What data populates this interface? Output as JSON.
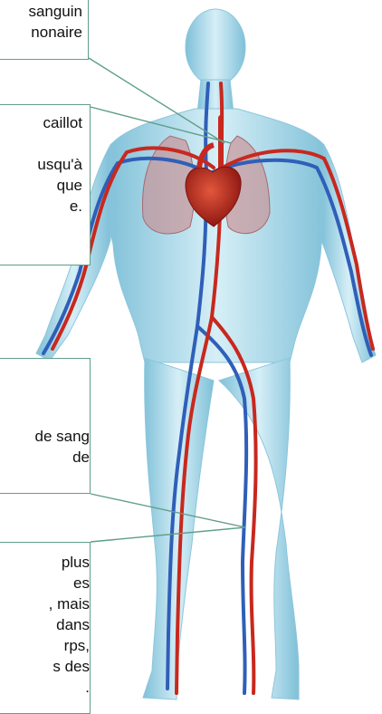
{
  "colors": {
    "leader_line": "#5f9e8b",
    "artery": "#c8281e",
    "vein": "#2f5fb8",
    "body": "#a9d9ea"
  },
  "callouts": [
    {
      "lines": [
        "sanguin",
        "nonaire"
      ]
    },
    {
      "lines": [
        "caillot",
        "",
        "usqu'à",
        "que",
        "e."
      ]
    },
    {
      "lines": [
        "de sang",
        "de",
        "",
        "plus",
        "es",
        ", mais",
        "dans",
        "rps,",
        "s des",
        "."
      ]
    }
  ]
}
